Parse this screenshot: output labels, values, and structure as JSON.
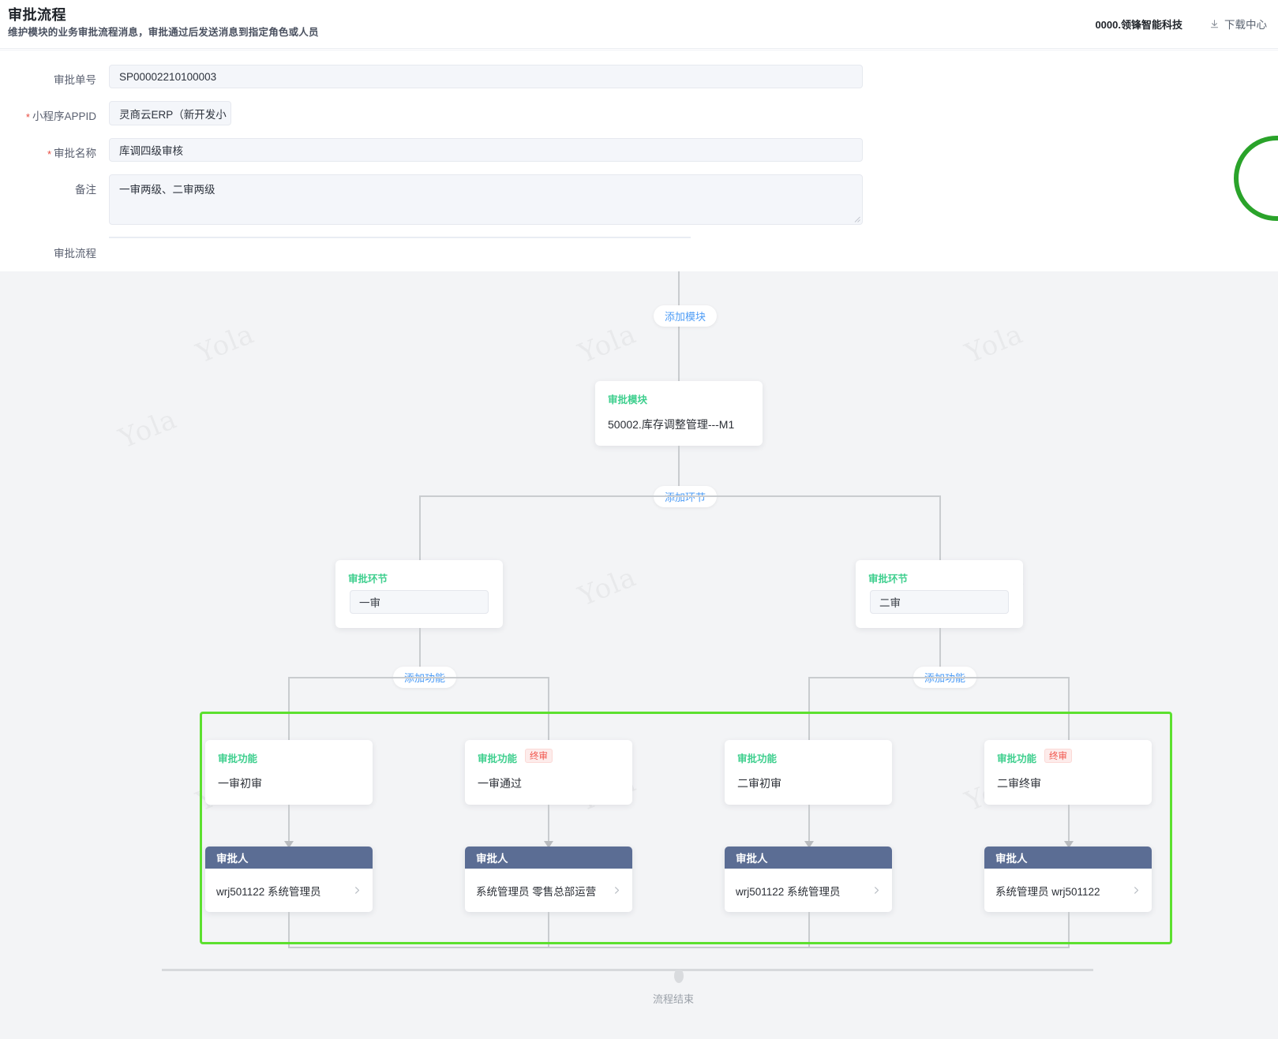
{
  "header": {
    "title": "审批流程",
    "subtitle": "维护模块的业务审批流程消息，审批通过后发送消息到指定角色或人员",
    "company": "0000.领锋智能科技",
    "download_center": "下载中心",
    "download_icon": "download-icon"
  },
  "form": {
    "fields": [
      {
        "label": "审批单号",
        "required": false,
        "value": "SP00002210100003",
        "type": "input"
      },
      {
        "label": "小程序APPID",
        "required": true,
        "value": "灵商云ERP（新开发小",
        "type": "select"
      },
      {
        "label": "审批名称",
        "required": true,
        "value": "库调四级审核",
        "type": "input"
      },
      {
        "label": "备注",
        "required": false,
        "value": "一审两级、二审两级",
        "type": "textarea"
      },
      {
        "label": "审批流程",
        "required": false,
        "value": "",
        "type": "flow"
      }
    ]
  },
  "flow": {
    "add_module_label": "添加模块",
    "add_stage_label": "添加环节",
    "add_function_label": "添加功能",
    "end_label": "流程结束",
    "module": {
      "tag": "审批模块",
      "name": "50002.库存调整管理---M1"
    },
    "stages": [
      {
        "tag": "审批环节",
        "name": "一审"
      },
      {
        "tag": "审批环节",
        "name": "二审"
      }
    ],
    "functions": [
      {
        "tag": "审批功能",
        "badge": "",
        "name": "一审初审"
      },
      {
        "tag": "审批功能",
        "badge": "终审",
        "name": "一审通过"
      },
      {
        "tag": "审批功能",
        "badge": "",
        "name": "二审初审"
      },
      {
        "tag": "审批功能",
        "badge": "终审",
        "name": "二审终审"
      }
    ],
    "approvers": [
      {
        "title": "审批人",
        "names": "wrj501122 系统管理员"
      },
      {
        "title": "审批人",
        "names": "系统管理员 零售总部运营"
      },
      {
        "title": "审批人",
        "names": "wrj501122 系统管理员"
      },
      {
        "title": "审批人",
        "names": "系统管理员 wrj501122"
      }
    ]
  },
  "watermark": {
    "text": "Yola"
  },
  "colors": {
    "accent_link": "#4d9cf6",
    "tag_green": "#3ecf8e",
    "badge_red": "#f1554c",
    "approver_header": "#5b6d94",
    "selection_green": "#5ce02f",
    "canvas_bg": "#f3f4f6",
    "decor_green": "#2aa32a"
  }
}
